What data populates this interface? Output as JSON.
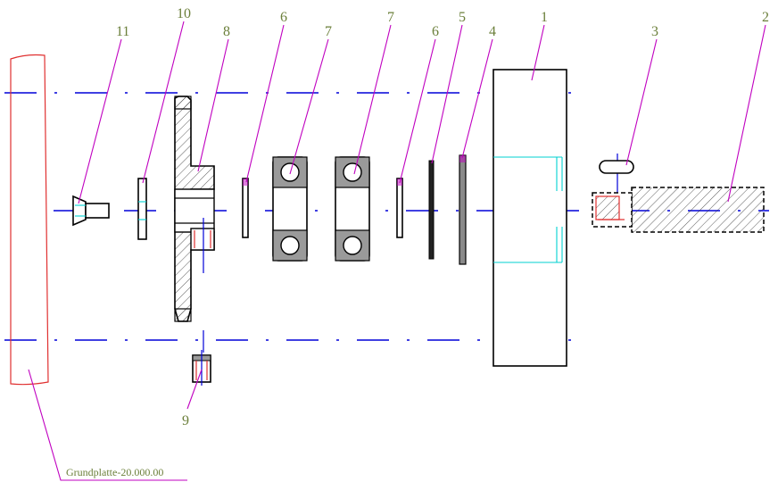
{
  "balloons": [
    {
      "id": "b11",
      "text": "11"
    },
    {
      "id": "b10",
      "text": "10"
    },
    {
      "id": "b8",
      "text": "8"
    },
    {
      "id": "b6a",
      "text": "6"
    },
    {
      "id": "b7a",
      "text": "7"
    },
    {
      "id": "b7b",
      "text": "7"
    },
    {
      "id": "b6b",
      "text": "6"
    },
    {
      "id": "b5",
      "text": "5"
    },
    {
      "id": "b4",
      "text": "4"
    },
    {
      "id": "b1",
      "text": "1"
    },
    {
      "id": "b3",
      "text": "3"
    },
    {
      "id": "b2",
      "text": "2"
    },
    {
      "id": "b9",
      "text": "9"
    }
  ],
  "base_label": "Grundplatte-20.000.00",
  "colors": {
    "centerline": "#0000d8",
    "leader": "#c000c0",
    "balloon_text": "#6b7f3a",
    "base_outline": "#e03030",
    "thread": "#00d0d0"
  }
}
